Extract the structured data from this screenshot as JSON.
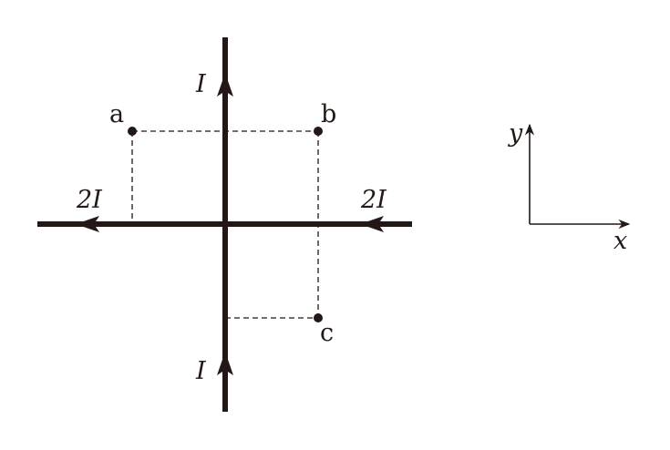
{
  "colors": {
    "ink": "#231815",
    "background": "#ffffff"
  },
  "wires": {
    "vertical": {
      "current_label_top": "I",
      "current_label_bottom": "I",
      "direction": "up"
    },
    "horizontal": {
      "current_label_left": "2I",
      "current_label_right": "2I",
      "direction": "left"
    }
  },
  "points": {
    "a": "a",
    "b": "b",
    "c": "c"
  },
  "axes": {
    "x_label": "x",
    "y_label": "y"
  }
}
